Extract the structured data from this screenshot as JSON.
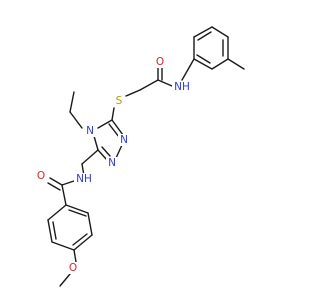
{
  "colors": {
    "bond": "#1a1a1a",
    "nitrogen": "#2d3ecf",
    "oxygen": "#d6262b",
    "sulfur": "#b89a14",
    "background": "#ffffff"
  },
  "atom_labels": {
    "amide_o_top": "O",
    "amide_nh_top": "NH",
    "s": "S",
    "n4": "N",
    "n1": "N",
    "n2": "N",
    "amide_o_bottom": "O",
    "amide_nh_bottom": "NH",
    "methoxy_o": "O"
  }
}
